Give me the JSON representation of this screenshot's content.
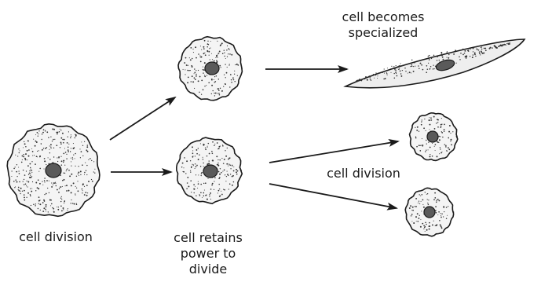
{
  "diagram": {
    "labels": {
      "cell_becomes_specialized_line1": "cell becomes",
      "cell_becomes_specialized_line2": "specialized",
      "cell_division_middle": "cell division",
      "cell_division_left": "cell division",
      "cell_retains_line1": "cell retains",
      "cell_retains_line2": "power to",
      "cell_retains_line3": "divide"
    },
    "colors": {
      "ink": "#1a1a1a",
      "cell_fill": "#f4f4f4",
      "nucleus_fill": "#5a5a5a",
      "background": "#ffffff"
    }
  }
}
